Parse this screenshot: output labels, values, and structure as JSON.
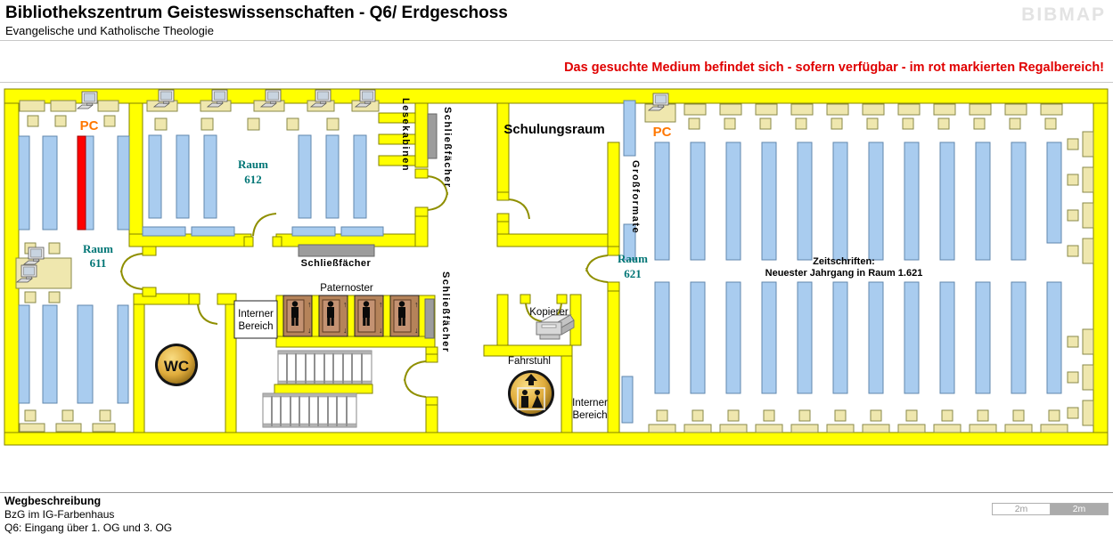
{
  "header": {
    "title": "Bibliothekszentrum Geisteswissenschaften - Q6/ Erdgeschoss",
    "subtitle": "Evangelische und Katholische Theologie",
    "brand": "BIBMAP"
  },
  "notice": "Das gesuchte Medium befindet sich - sofern verfügbar -  im rot markierten Regalbereich!",
  "map": {
    "labels": {
      "pc": "PC",
      "raum611": [
        "Raum",
        "611"
      ],
      "raum612": [
        "Raum",
        "612"
      ],
      "raum621": [
        "Raum",
        "621"
      ],
      "schulungsraum": "Schulungsraum",
      "lesekabinen": "Lesekabinen",
      "schliessfaecher": "Schließfächer",
      "grossformate": "Großformate",
      "paternoster": "Paternoster",
      "interner_bereich": [
        "Interner",
        "Bereich"
      ],
      "wc": "WC",
      "kopierer": "Kopierer",
      "fahrstuhl": "Fahrstuhl",
      "zeitschriften": [
        "Zeitschriften:",
        "Neuester Jahrgang in Raum  1.621"
      ]
    },
    "colors": {
      "wall": "#FFFF00",
      "wall_border": "#808000",
      "shelf": "#A9CCEF",
      "shelf_border": "#6187AD",
      "highlight": "#FF0000",
      "desk": "#EFE7AE",
      "desk_border": "#8A8A4A",
      "locker": "#9C9C9C",
      "room_label": "#007575",
      "pc_label": "#FF7700",
      "notice_text": "#E00000",
      "paternoster_box": "#B5835A",
      "gold_icon": "#E0AC3C"
    }
  },
  "footer": {
    "heading": "Wegbeschreibung",
    "line1": "BzG im IG-Farbenhaus",
    "line2": "Q6: Eingang über 1. OG und 3. OG"
  },
  "scalebar": {
    "left": "2m",
    "right": "2m"
  }
}
